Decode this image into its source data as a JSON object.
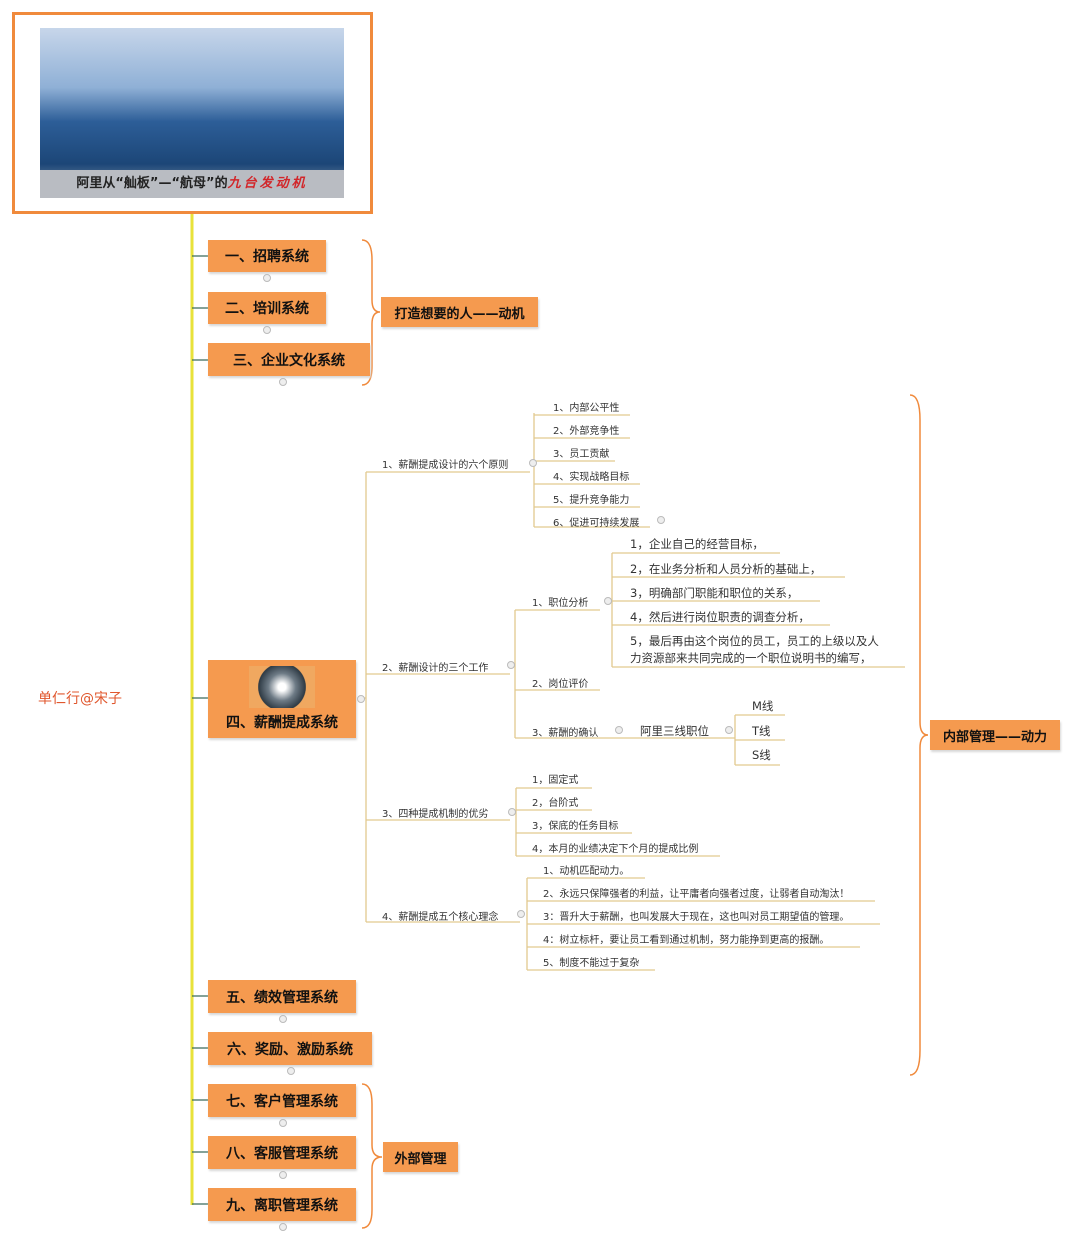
{
  "root": {
    "caption_main": "阿里从“舢板”—“航母”的",
    "caption_red": "九台发动机"
  },
  "author": "单仁行@宋子",
  "systems": [
    "一、招聘系统",
    "二、培训系统",
    "三、企业文化系统",
    "四、薪酬提成系统",
    "五、绩效管理系统",
    "六、奖励、激励系统",
    "七、客户管理系统",
    "八、客服管理系统",
    "九、离职管理系统"
  ],
  "groups": {
    "motivation": "打造想要的人——动机",
    "internal": "内部管理——动力",
    "external": "外部管理"
  },
  "salary": {
    "b1": {
      "label": "1、薪酬提成设计的六个原则",
      "items": [
        "1、内部公平性",
        "2、外部竞争性",
        "3、员工贡献",
        "4、实现战略目标",
        "5、提升竞争能力",
        "6、促进可持续发展"
      ]
    },
    "b2": {
      "label": "2、薪酬设计的三个工作",
      "c1": {
        "label": "1、职位分析",
        "items": [
          "1，企业自己的经营目标，",
          "2，在业务分析和人员分析的基础上，",
          "3，明确部门职能和职位的关系，",
          "4，然后进行岗位职责的调查分析，",
          "5，最后再由这个岗位的员工，员工的上级以及人",
          "力资源部来共同完成的一个职位说明书的编写，"
        ]
      },
      "c2": {
        "label": "2、岗位评价"
      },
      "c3": {
        "label": "3、薪酬的确认",
        "sub": "阿里三线职位",
        "lines": [
          "M线",
          "T线",
          "S线"
        ]
      }
    },
    "b3": {
      "label": "3、四种提成机制的优劣",
      "items": [
        "1，固定式",
        "2，台阶式",
        "3，保底的任务目标",
        "4，本月的业绩决定下个月的提成比例"
      ]
    },
    "b4": {
      "label": "4、薪酬提成五个核心理念",
      "items": [
        "1、动机匹配动力。",
        "2、永远只保障强者的利益，让平庸者向强者过度，让弱者自动淘汰！",
        "3：晋升大于薪酬，也叫发展大于现在，这也叫对员工期望值的管理。",
        "4：树立标杆，要让员工看到通过机制，努力能挣到更高的报酬。",
        "5、制度不能过于复杂"
      ]
    }
  }
}
